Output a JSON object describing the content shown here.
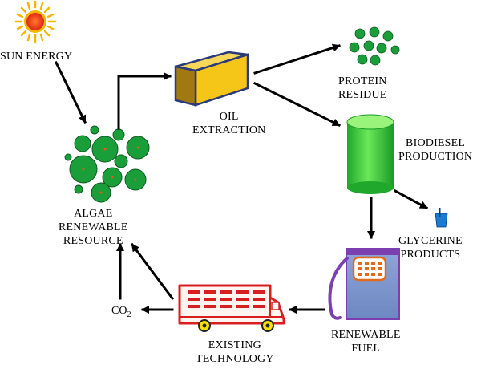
{
  "labels": {
    "sun_energy": "SUN ENERGY",
    "oil_extraction": "OIL\nEXTRACTION",
    "protein_residue": "PROTEIN\nRESIDUE",
    "biodiesel_production": "BIODIESEL\nPRODUCTION",
    "algae_resource": "ALGAE\nRENEWABLE\nRESOURCE",
    "glycerine_products": "GLYCERINE\nPRODUCTS",
    "renewable_fuel": "RENEWABLE\nFUEL",
    "existing_technology": "EXISTING\nTECHNOLOGY",
    "co2_main": "CO",
    "co2_sub": "2"
  },
  "icons": {
    "sun": "sun-icon",
    "algae": "algae-cells-icon",
    "oil_extraction": "extraction-box-icon",
    "protein": "protein-residue-icon",
    "biodiesel": "biodiesel-tank-icon",
    "glycerine": "glycerine-cup-icon",
    "fuel_pump": "fuel-pump-icon",
    "truck": "truck-icon"
  },
  "colors": {
    "sun_core": "#e8321e",
    "sun_rays": "#f7b500",
    "algae_green": "#1a9e3a",
    "algae_dots": "#e05a1a",
    "box_yellow": "#f5c518",
    "box_side": "#a07a10",
    "tank_green": "#2ecc40",
    "tank_light": "#8ff078",
    "pump_purple": "#7b3fb0",
    "pump_blue": "#7a9ad0",
    "pump_orange": "#e36a1a",
    "truck_red": "#d62020",
    "truck_wheel": "#f5e000",
    "glycerine_blue": "#1a7ad4",
    "arrow": "#000000"
  }
}
